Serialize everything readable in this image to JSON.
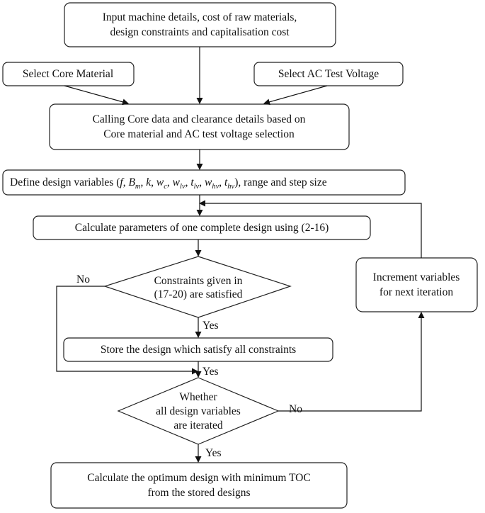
{
  "nodes": {
    "input": {
      "line1": "Input machine details, cost of raw materials,",
      "line2": "design constraints and capitalisation cost"
    },
    "select_core": {
      "label": "Select Core Material"
    },
    "select_ac": {
      "label": "Select AC Test Voltage"
    },
    "calling": {
      "line1": "Calling Core data and clearance details based on",
      "line2": "Core material and AC test voltage selection"
    },
    "define": {
      "prefix": "Define design variables (",
      "suffix": "), range and step size",
      "variables": [
        {
          "base": "f",
          "sub": ""
        },
        {
          "base": "B",
          "sub": "m"
        },
        {
          "base": "k",
          "sub": ""
        },
        {
          "base": "w",
          "sub": "c"
        },
        {
          "base": "w",
          "sub": "lv"
        },
        {
          "base": "t",
          "sub": "lv"
        },
        {
          "base": "w",
          "sub": "hv"
        },
        {
          "base": "t",
          "sub": "hv"
        }
      ],
      "separator": ", "
    },
    "calculate": {
      "label": "Calculate parameters of one complete design using (2-16)"
    },
    "constraints": {
      "line1": "Constraints given in",
      "line2": "(17-20) are satisfied"
    },
    "store": {
      "label": "Store the design which satisfy all constraints"
    },
    "increment": {
      "line1": "Increment variables",
      "line2": "for next iteration"
    },
    "iterated": {
      "line1": "Whether",
      "line2": "all design variables",
      "line3": "are iterated"
    },
    "optimum": {
      "line1": "Calculate the optimum design with minimum TOC",
      "line2": "from the stored designs"
    }
  },
  "edge_labels": {
    "constraints_no": "No",
    "constraints_yes": "Yes",
    "merge_yes": "Yes",
    "iterated_no": "No",
    "iterated_yes": "Yes"
  }
}
